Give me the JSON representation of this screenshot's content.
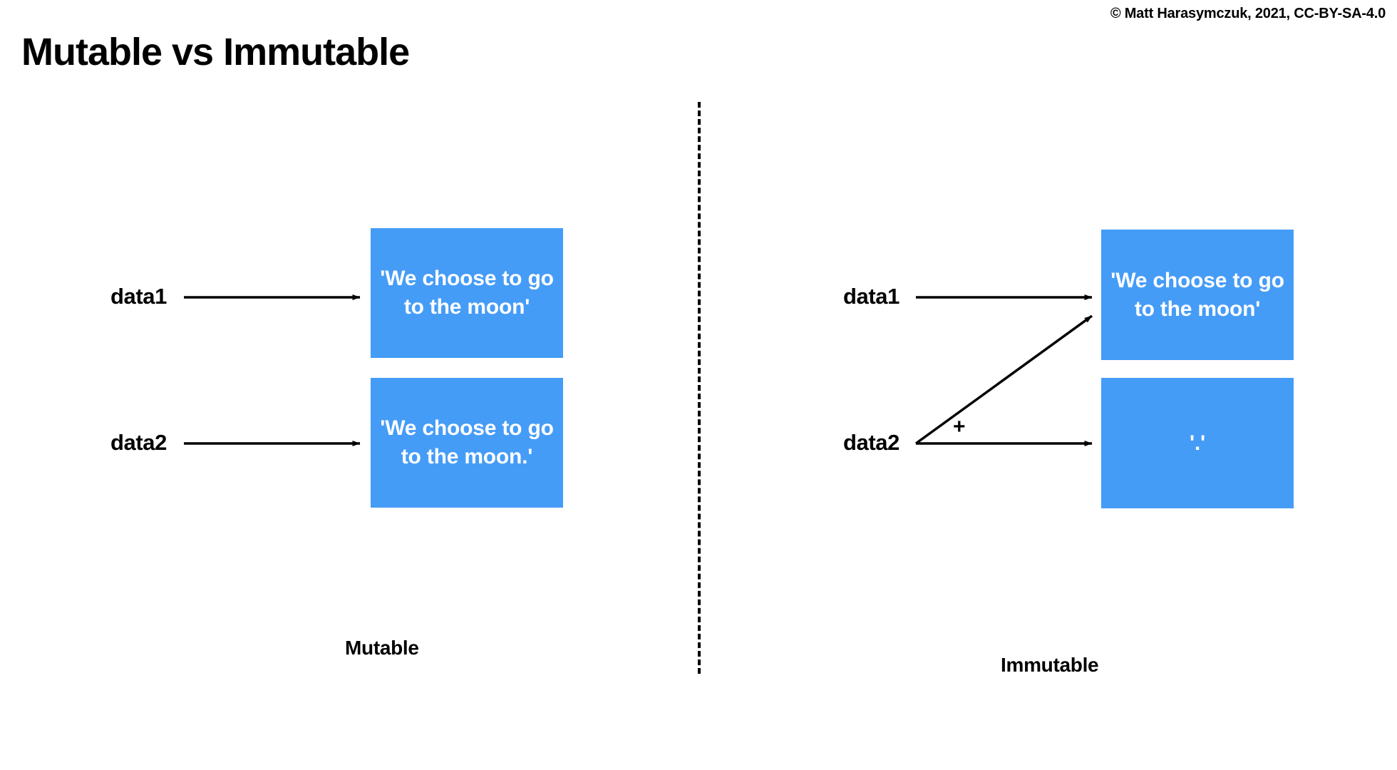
{
  "slide": {
    "title": "Mutable vs Immutable",
    "copyright": "© Matt Harasymczuk, 2021, CC-BY-SA-4.0",
    "accent_color": "#459cf7",
    "text_color": "#000000",
    "box_text_color": "#ffffff",
    "background_color": "#ffffff"
  },
  "left_panel": {
    "caption": "Mutable",
    "labels": {
      "var1": "data1",
      "var2": "data2"
    },
    "boxes": [
      {
        "id": "left-box-1",
        "text": "'We choose to go\nto the moon'"
      },
      {
        "id": "left-box-2",
        "text": "'We choose to go\nto the moon.'"
      }
    ],
    "arrows": [
      {
        "id": "left-arrow-1",
        "from": "data1",
        "to": "left-box-1"
      },
      {
        "id": "left-arrow-2",
        "from": "data2",
        "to": "left-box-2"
      }
    ]
  },
  "right_panel": {
    "caption": "Immutable",
    "labels": {
      "var1": "data1",
      "var2": "data2"
    },
    "operator": "+",
    "boxes": [
      {
        "id": "right-box-1",
        "text": "'We choose to go\nto the moon'"
      },
      {
        "id": "right-box-2",
        "text": "'.'"
      }
    ],
    "arrows": [
      {
        "id": "right-arrow-1",
        "from": "data1",
        "to": "right-box-1"
      },
      {
        "id": "right-arrow-2",
        "from": "data2",
        "to": "right-box-2"
      },
      {
        "id": "right-arrow-diagonal",
        "from": "data2",
        "to": "right-box-1",
        "label": "+"
      }
    ]
  },
  "divider": {
    "style": "dashed",
    "orientation": "vertical"
  }
}
